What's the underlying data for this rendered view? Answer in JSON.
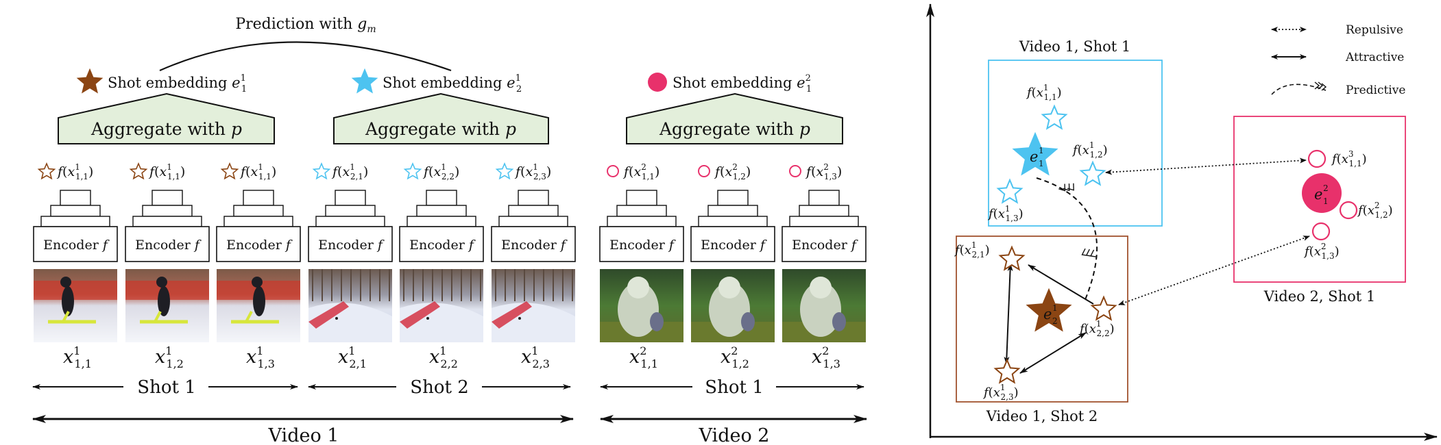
{
  "colors": {
    "brown": "#8B4513",
    "blue": "#4DC3F0",
    "pink": "#E8316B",
    "aggregate_fill": "#E3EFDB",
    "line": "#111111"
  },
  "left": {
    "prediction": {
      "text": "Prediction with ",
      "sym": "g",
      "sub": "m"
    },
    "embeddings": [
      {
        "icon": "filled-star-icon",
        "label": "Shot embedding ",
        "sym": "e",
        "sup": "1",
        "sub": "1"
      },
      {
        "icon": "filled-star-icon",
        "label": "Shot embedding ",
        "sym": "e",
        "sup": "1",
        "sub": "2"
      },
      {
        "icon": "filled-circle-icon",
        "label": "Shot embedding ",
        "sym": "e",
        "sup": "2",
        "sub": "1"
      }
    ],
    "aggregate": [
      {
        "text": "Aggregate with ",
        "sym": "p"
      },
      {
        "text": "Aggregate with ",
        "sym": "p"
      },
      {
        "text": "Aggregate with ",
        "sym": "p"
      }
    ],
    "features": [
      {
        "icon": "outline-star-icon",
        "sup": "1",
        "sub": "1,1"
      },
      {
        "icon": "outline-star-icon",
        "sup": "1",
        "sub": "1,1"
      },
      {
        "icon": "outline-star-icon",
        "sup": "1",
        "sub": "1,1"
      },
      {
        "icon": "outline-star-icon",
        "sup": "1",
        "sub": "2,1"
      },
      {
        "icon": "outline-star-icon",
        "sup": "1",
        "sub": "2,2"
      },
      {
        "icon": "outline-star-icon",
        "sup": "1",
        "sub": "2,3"
      },
      {
        "icon": "outline-circle-icon",
        "sup": "2",
        "sub": "1,1"
      },
      {
        "icon": "outline-circle-icon",
        "sup": "2",
        "sub": "1,2"
      },
      {
        "icon": "outline-circle-icon",
        "sup": "2",
        "sub": "1,3"
      }
    ],
    "encoder": {
      "text": "Encoder ",
      "sym": "f"
    },
    "frames": [
      {
        "sup": "1",
        "sub": "1,1"
      },
      {
        "sup": "1",
        "sub": "1,2"
      },
      {
        "sup": "1",
        "sub": "1,3"
      },
      {
        "sup": "1",
        "sub": "2,1"
      },
      {
        "sup": "1",
        "sub": "2,2"
      },
      {
        "sup": "1",
        "sub": "2,3"
      },
      {
        "sup": "2",
        "sub": "1,1"
      },
      {
        "sup": "2",
        "sub": "1,2"
      },
      {
        "sup": "2",
        "sub": "1,3"
      }
    ],
    "shots": [
      "Shot 1",
      "Shot 2",
      "Shot 1"
    ],
    "videos": [
      "Video 1",
      "Video 2"
    ]
  },
  "right": {
    "legend": [
      "Repulsive",
      "Attractive",
      "Predictive"
    ],
    "boxes": {
      "v1s1": "Video 1, Shot 1",
      "v1s2": "Video 1, Shot 2",
      "v2s1": "Video 2, Shot 1"
    },
    "embeddings": [
      {
        "sym": "e",
        "sup": "1",
        "sub": "1"
      },
      {
        "sym": "e",
        "sup": "1",
        "sub": "2"
      },
      {
        "sym": "e",
        "sup": "2",
        "sub": "1"
      }
    ],
    "labels": [
      {
        "sup": "1",
        "sub": "1,1"
      },
      {
        "sup": "1",
        "sub": "1,2"
      },
      {
        "sup": "1",
        "sub": "1,3"
      },
      {
        "sup": "1",
        "sub": "2,1"
      },
      {
        "sup": "1",
        "sub": "2,2"
      },
      {
        "sup": "1",
        "sub": "2,3"
      },
      {
        "sup": "3",
        "sub": "1,1"
      },
      {
        "sup": "2",
        "sub": "1,2"
      },
      {
        "sup": "2",
        "sub": "1,3"
      }
    ]
  }
}
